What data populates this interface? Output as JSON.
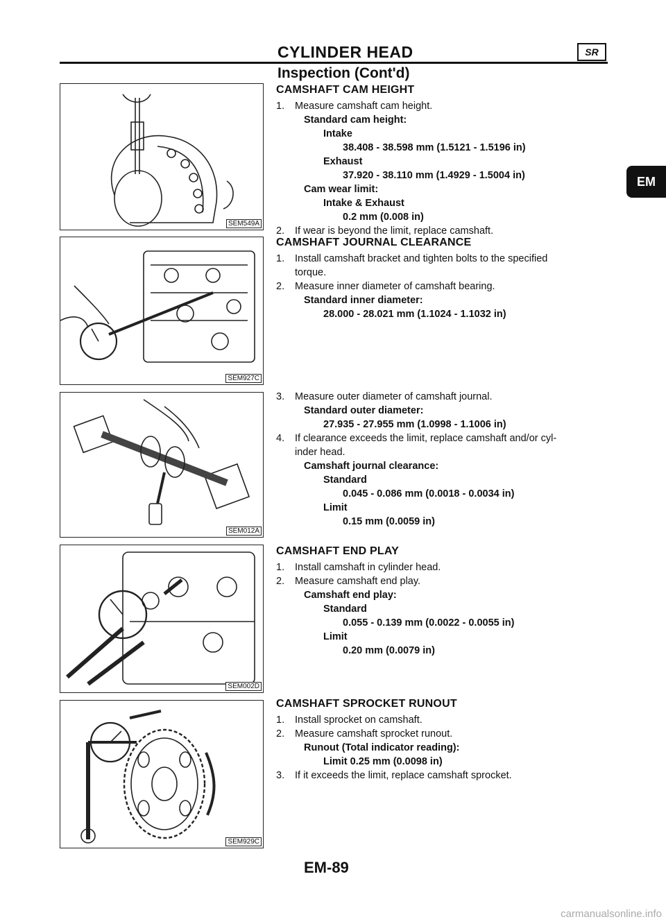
{
  "header": {
    "title": "CYLINDER HEAD",
    "badge": "SR",
    "subtitle": "Inspection (Cont'd)",
    "tab": "EM"
  },
  "figures": [
    {
      "code": "SEM549A"
    },
    {
      "code": "SEM927C"
    },
    {
      "code": "SEM012A"
    },
    {
      "code": "SEM002D"
    },
    {
      "code": "SEM929C"
    }
  ],
  "cam_height": {
    "heading": "CAMSHAFT CAM HEIGHT",
    "step1": "Measure camshaft cam height.",
    "std_label": "Standard cam height:",
    "intake_label": "Intake",
    "intake_value": "38.408 - 38.598 mm (1.5121 - 1.5196 in)",
    "exhaust_label": "Exhaust",
    "exhaust_value": "37.920 - 38.110 mm (1.4929 - 1.5004 in)",
    "wear_label": "Cam wear limit:",
    "wear_sub": "Intake & Exhaust",
    "wear_value": "0.2 mm (0.008 in)",
    "step2": "If wear is beyond the limit, replace camshaft."
  },
  "journal": {
    "heading": "CAMSHAFT JOURNAL CLEARANCE",
    "step1a": "Install camshaft bracket and tighten bolts to the specified",
    "step1b": "torque.",
    "step2": "Measure inner diameter of camshaft bearing.",
    "inner_label": "Standard inner diameter:",
    "inner_value": "28.000 - 28.021 mm (1.1024 - 1.1032 in)",
    "step3": "Measure outer diameter of camshaft journal.",
    "outer_label": "Standard outer diameter:",
    "outer_value": "27.935 - 27.955 mm (1.0998 - 1.1006 in)",
    "step4a": "If clearance exceeds the limit, replace camshaft and/or cyl-",
    "step4b": "inder head.",
    "clr_label": "Camshaft journal clearance:",
    "std": "Standard",
    "std_value": "0.045 - 0.086 mm (0.0018 - 0.0034 in)",
    "limit": "Limit",
    "limit_value": "0.15 mm (0.0059 in)"
  },
  "end_play": {
    "heading": "CAMSHAFT END PLAY",
    "step1": "Install camshaft in cylinder head.",
    "step2": "Measure camshaft end play.",
    "label": "Camshaft end play:",
    "std": "Standard",
    "std_value": "0.055 - 0.139 mm (0.0022 - 0.0055 in)",
    "limit": "Limit",
    "limit_value": "0.20 mm (0.0079 in)"
  },
  "sprocket": {
    "heading": "CAMSHAFT SPROCKET RUNOUT",
    "step1": "Install sprocket on camshaft.",
    "step2": "Measure camshaft sprocket runout.",
    "label": "Runout (Total indicator reading):",
    "limit_value": "Limit 0.25 mm (0.0098 in)",
    "step3": "If it exceeds the limit, replace camshaft sprocket."
  },
  "numbers": {
    "n1": "1.",
    "n2": "2.",
    "n3": "3.",
    "n4": "4."
  },
  "footer": {
    "page": "EM-89",
    "watermark": "carmanualsonline.info"
  }
}
